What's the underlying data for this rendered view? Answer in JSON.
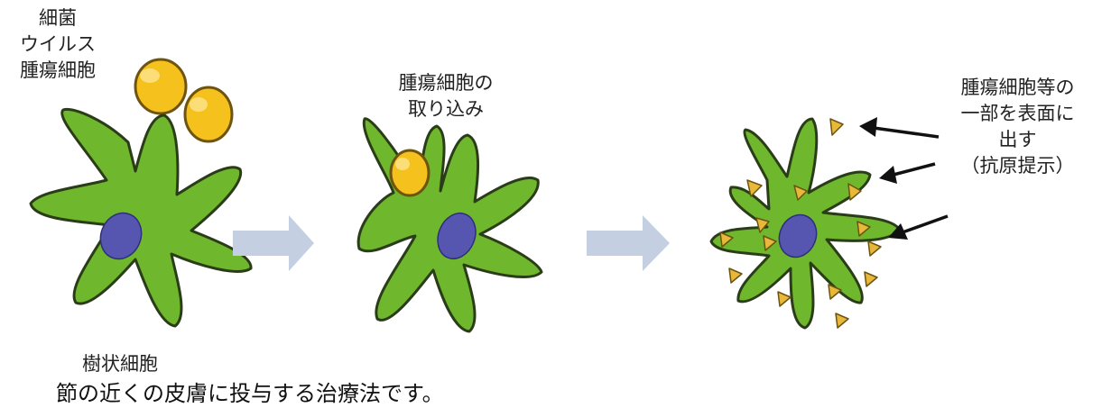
{
  "labels": {
    "inputs": [
      "細菌",
      "ウイルス",
      "腫瘍細胞"
    ],
    "uptake": [
      "腫瘍細胞の",
      "取り込み"
    ],
    "presentation": [
      "腫瘍細胞等の",
      "一部を表面に",
      "出す",
      "（抗原提示）"
    ],
    "cell_name": "樹状細胞"
  },
  "caption": "節の近くの皮膚に投与する治療法です。",
  "colors": {
    "cell_body": "#6fb82e",
    "cell_outline": "#2b3d18",
    "nucleus": "#5656b0",
    "particle": "#f5c11c",
    "particle_outline": "#6e5410",
    "antigen": "#e8b83a",
    "process_arrow": "#c4d0e2",
    "pointer_arrow": "#111111"
  },
  "icons": {
    "process_arrow": "block-arrow-right-icon",
    "pointer_arrow": "arrow-left-icon"
  }
}
